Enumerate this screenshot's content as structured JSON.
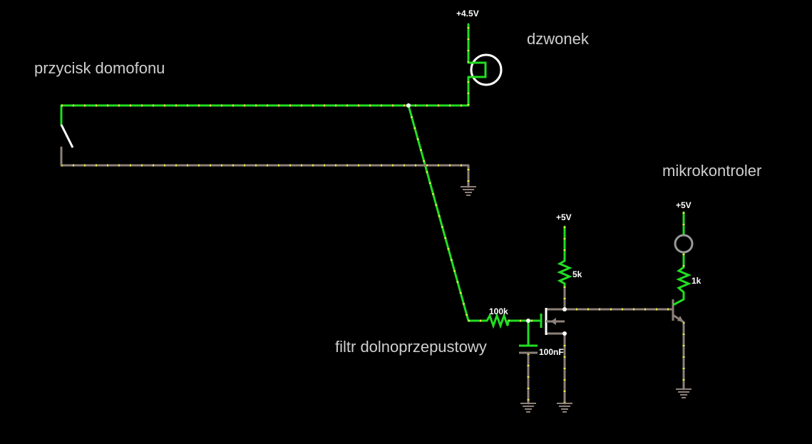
{
  "labels": {
    "button": "przycisk domofonu",
    "bell": "dzwonek",
    "mcu": "mikrokontroler",
    "filter": "filtr dolnoprzepustowy"
  },
  "sources": {
    "bell_supply": "+4.5V",
    "mosfet_supply": "+5V",
    "mcu_supply": "+5V"
  },
  "values": {
    "r_filter": "100k",
    "c_filter": "100nF",
    "r_pullup": "5k",
    "r_mcu": "1k"
  },
  "colors": {
    "live_wire": "#22dd22",
    "ground_wire": "#8c8079",
    "current_dot": "#eeee44",
    "component": "#ffffff",
    "background": "#000000"
  }
}
